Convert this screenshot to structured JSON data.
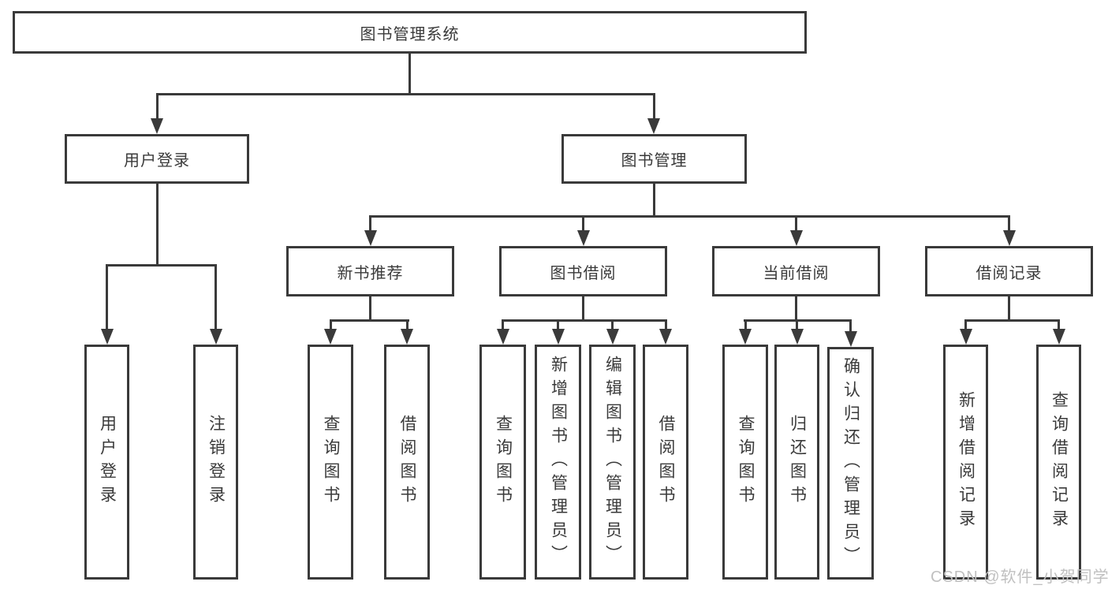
{
  "tree": {
    "label": "图书管理系统",
    "children": [
      {
        "label": "用户登录",
        "children": [
          {
            "label": "用户登录"
          },
          {
            "label": "注销登录"
          }
        ]
      },
      {
        "label": "图书管理",
        "children": [
          {
            "label": "新书推荐",
            "children": [
              {
                "label": "查询图书"
              },
              {
                "label": "借阅图书"
              }
            ]
          },
          {
            "label": "图书借阅",
            "children": [
              {
                "label": "查询图书"
              },
              {
                "label": "新增图书（管理员）"
              },
              {
                "label": "编辑图书（管理员）"
              },
              {
                "label": "借阅图书"
              }
            ]
          },
          {
            "label": "当前借阅",
            "children": [
              {
                "label": "查询图书"
              },
              {
                "label": "归还图书"
              },
              {
                "label": "确认归还（管理员）"
              }
            ]
          },
          {
            "label": "借阅记录",
            "children": [
              {
                "label": "新增借阅记录"
              },
              {
                "label": "查询借阅记录"
              }
            ]
          }
        ]
      }
    ]
  },
  "watermark": "CSDN @软件_小贺同学",
  "colors": {
    "line": "#3a3a3a",
    "text": "#3a3a3a",
    "background": "#ffffff",
    "watermark": "#c0c0c0"
  }
}
